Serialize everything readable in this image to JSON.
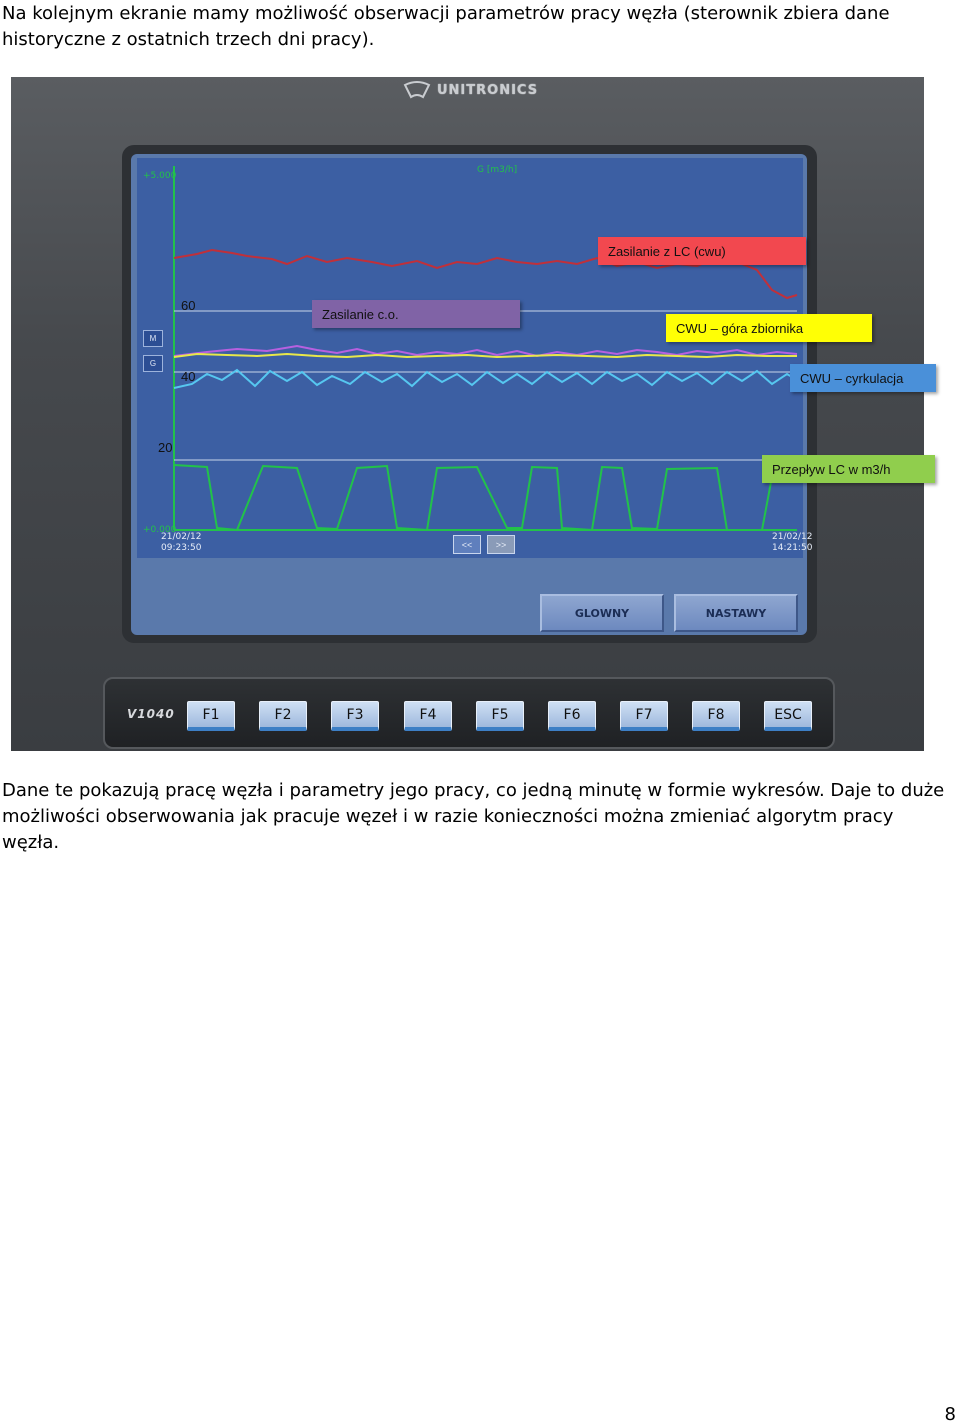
{
  "intro_text": "Na kolejnym ekranie mamy możliwość obserwacji parametrów pracy węzła (sterownik zbiera dane historyczne z ostatnich trzech dni pracy).",
  "outro_text": "Dane te pokazują pracę węzła i parametry jego pracy, co jedną minutę w formie wykresów. Daje to duże możliwości obserwowania jak pracuje węzeł i w razie konieczności można zmieniać algorytm pracy węzła.",
  "page_number": "8",
  "device": {
    "brand": "UNITRONICS",
    "model": "V1040",
    "function_keys": [
      "F1",
      "F2",
      "F3",
      "F4",
      "F5",
      "F6",
      "F7",
      "F8",
      "ESC"
    ]
  },
  "screen": {
    "y_axis_top": "+5.000",
    "y_axis_bottom": "+0.000",
    "chart_title": "G [m3/h]",
    "ticks": [
      "60",
      "40",
      "20"
    ],
    "side_buttons": [
      "M",
      "G"
    ],
    "start_date": "21/02/12",
    "start_time": "09:23:50",
    "end_date": "21/02/12",
    "end_time": "14:21:50",
    "nav_prev": "<<",
    "nav_next": ">>",
    "btn_glowny": "GLOWNY",
    "btn_nastawy": "NASTAWY"
  },
  "callouts": {
    "lc_cwu": "Zasilanie z LC (cwu)",
    "co": "Zasilanie  c.o.",
    "cwu_top": "CWU – góra zbiornika",
    "cwu_circ": "CWU – cyrkulacja",
    "flow": "Przepływ  LC w m3/h"
  },
  "colors": {
    "series_lc_cwu": "#c0303a",
    "series_co": "#b760e0",
    "series_cwu_top": "#e8e84a",
    "series_cwu_circ": "#56c7f0",
    "series_flow": "#22c24a"
  }
}
